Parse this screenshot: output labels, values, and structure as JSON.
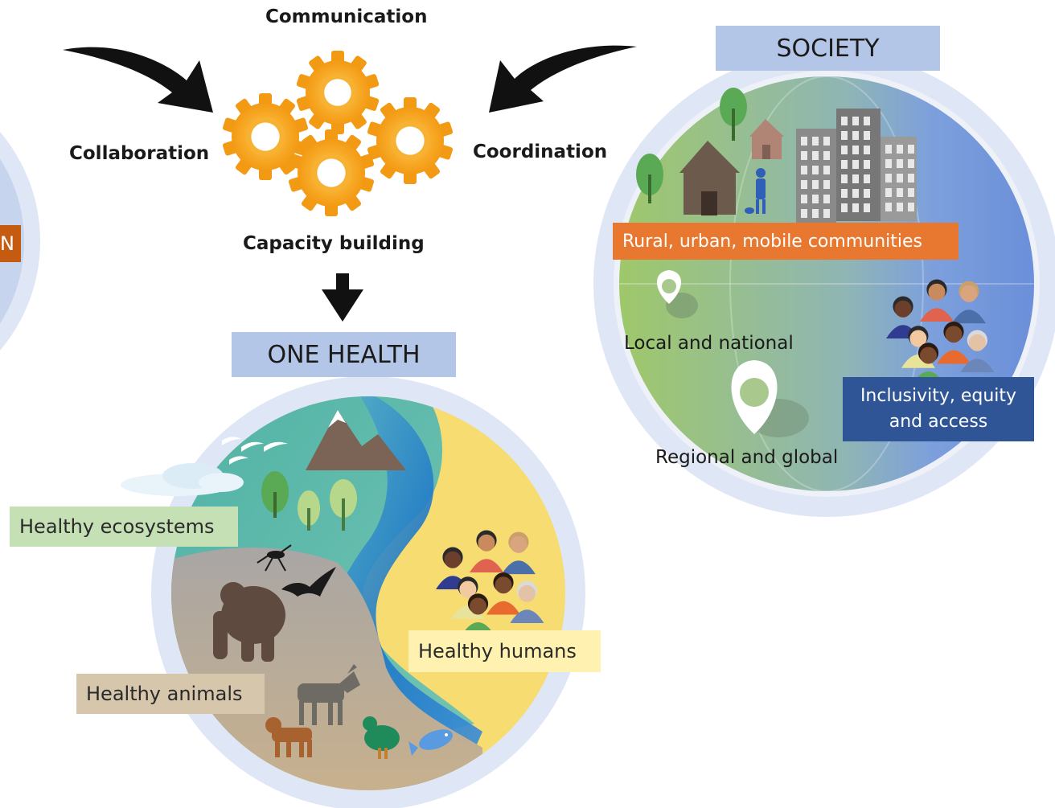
{
  "process": {
    "communication": "Communication",
    "collaboration": "Collaboration",
    "coordination": "Coordination",
    "capacity_building": "Capacity building"
  },
  "one_health": {
    "title": "ONE HEALTH",
    "ecosystems": "Healthy ecosystems",
    "humans": "Healthy humans",
    "animals": "Healthy animals"
  },
  "society": {
    "title": "SOCIETY",
    "communities": "Rural, urban, mobile communities",
    "local": "Local and national",
    "regional": "Regional and global",
    "inclusivity_line1": "Inclusivity, equity",
    "inclusivity_line2": "and access"
  },
  "left_partial": {
    "tag_fragment": "N"
  },
  "colors": {
    "gear": "#f4a020",
    "header_blue": "#b4c6e7",
    "orange_tag": "#e87830",
    "dark_blue_tag": "#2f5597",
    "green_tag": "#c5e0b4",
    "beige_tag": "#d6c6ac",
    "yellow_tag": "#fff2b0"
  }
}
